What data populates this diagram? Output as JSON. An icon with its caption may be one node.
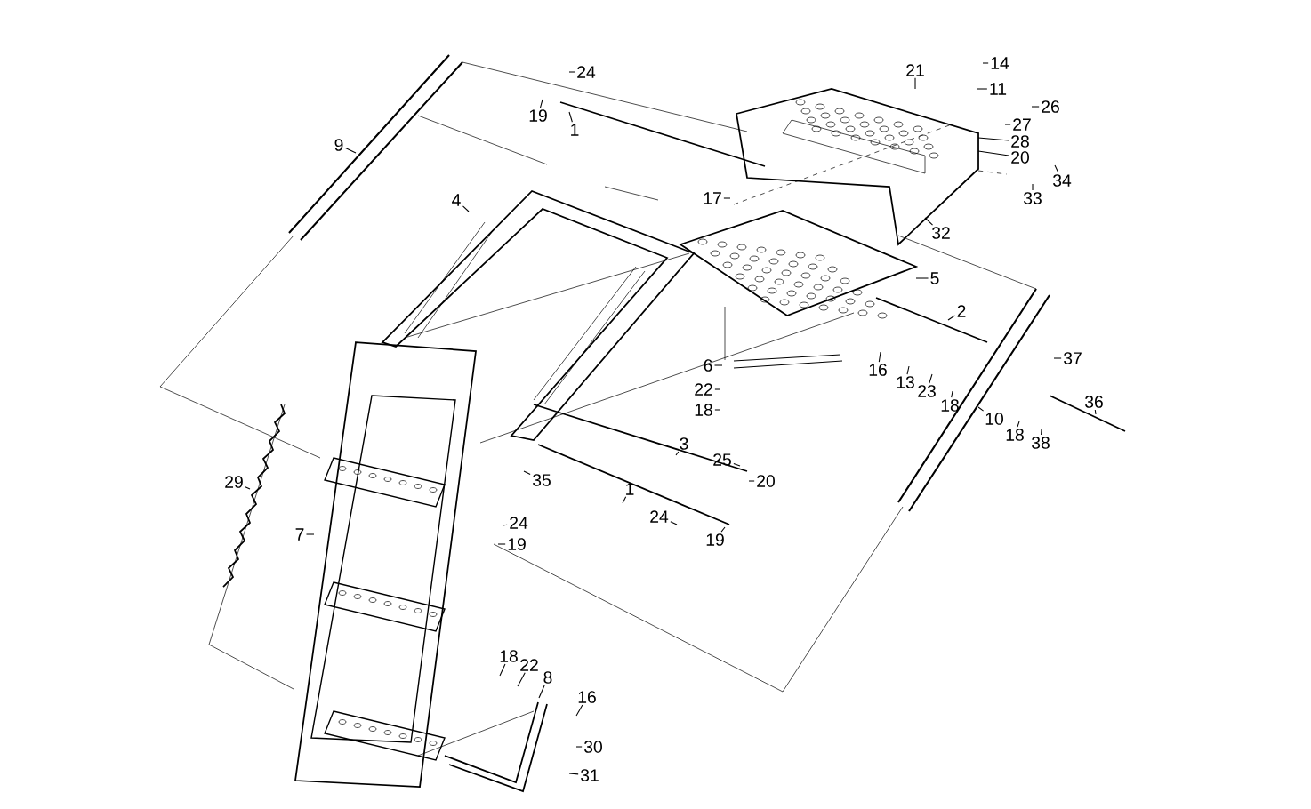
{
  "diagram": {
    "nodes": [
      {
        "text": [
          "24"
        ]
      },
      {
        "text": [
          "19"
        ]
      },
      {
        "text": [
          "1"
        ]
      },
      {
        "text": [
          "9"
        ]
      },
      {
        "text": [
          "21"
        ]
      },
      {
        "text": [
          "14"
        ]
      },
      {
        "text": [
          "11"
        ]
      },
      {
        "text": [
          "26"
        ]
      },
      {
        "text": [
          "27"
        ]
      },
      {
        "text": [
          "28"
        ]
      },
      {
        "text": [
          "20"
        ]
      },
      {
        "text": [
          "33"
        ]
      },
      {
        "text": [
          "34"
        ]
      },
      {
        "text": [
          "32"
        ]
      },
      {
        "text": [
          "4"
        ]
      },
      {
        "text": [
          "17"
        ]
      },
      {
        "text": [
          "5"
        ]
      },
      {
        "text": [
          "2"
        ]
      },
      {
        "text": [
          "6"
        ]
      },
      {
        "text": [
          "22"
        ]
      },
      {
        "text": [
          "18"
        ]
      },
      {
        "text": [
          "16"
        ]
      },
      {
        "text": [
          "13"
        ]
      },
      {
        "text": [
          "23"
        ]
      },
      {
        "text": [
          "18"
        ]
      },
      {
        "text": [
          "37"
        ]
      },
      {
        "text": [
          "36"
        ]
      },
      {
        "text": [
          "10"
        ]
      },
      {
        "text": [
          "18"
        ]
      },
      {
        "text": [
          "38"
        ]
      },
      {
        "text": [
          "3"
        ]
      },
      {
        "text": [
          "25"
        ]
      },
      {
        "text": [
          "20"
        ]
      },
      {
        "text": [
          "35"
        ]
      },
      {
        "text": [
          "1"
        ]
      },
      {
        "text": [
          "29"
        ]
      },
      {
        "text": [
          "7"
        ]
      },
      {
        "text": [
          "24"
        ]
      },
      {
        "text": [
          "19"
        ]
      },
      {
        "text": [
          "24"
        ]
      },
      {
        "text": [
          "19"
        ]
      },
      {
        "text": [
          "18"
        ]
      },
      {
        "text": [
          "22"
        ]
      },
      {
        "text": [
          "8"
        ]
      },
      {
        "text": [
          "16"
        ]
      },
      {
        "text": [
          "30"
        ]
      },
      {
        "text": [
          "31"
        ]
      }
    ],
    "edges": [
      {
        "from": 0,
        "to": null,
        "arrow": "none"
      },
      {
        "from": 1,
        "to": null,
        "arrow": "none"
      },
      {
        "from": 2,
        "to": null,
        "arrow": "none"
      },
      {
        "from": 3,
        "to": null,
        "arrow": "none"
      },
      {
        "from": 4,
        "to": null,
        "arrow": "none"
      },
      {
        "from": 5,
        "to": null,
        "arrow": "none"
      },
      {
        "from": 6,
        "to": null,
        "arrow": "none"
      },
      {
        "from": 7,
        "to": null,
        "arrow": "none"
      },
      {
        "from": 8,
        "to": null,
        "arrow": "none"
      },
      {
        "from": 9,
        "to": null,
        "arrow": "none"
      },
      {
        "from": 10,
        "to": null,
        "arrow": "none"
      },
      {
        "from": 11,
        "to": null,
        "arrow": "none"
      },
      {
        "from": 12,
        "to": null,
        "arrow": "none"
      },
      {
        "from": 13,
        "to": null,
        "arrow": "none"
      },
      {
        "from": 14,
        "to": null,
        "arrow": "none"
      },
      {
        "from": 15,
        "to": null,
        "arrow": "none"
      },
      {
        "from": 16,
        "to": null,
        "arrow": "none"
      },
      {
        "from": 17,
        "to": null,
        "arrow": "none"
      },
      {
        "from": 18,
        "to": null,
        "arrow": "none"
      },
      {
        "from": 19,
        "to": null,
        "arrow": "none"
      },
      {
        "from": 20,
        "to": null,
        "arrow": "none"
      },
      {
        "from": 21,
        "to": null,
        "arrow": "none"
      },
      {
        "from": 22,
        "to": null,
        "arrow": "none"
      },
      {
        "from": 23,
        "to": null,
        "arrow": "none"
      },
      {
        "from": 24,
        "to": null,
        "arrow": "none"
      },
      {
        "from": 25,
        "to": null,
        "arrow": "none"
      },
      {
        "from": 26,
        "to": null,
        "arrow": "none"
      },
      {
        "from": 27,
        "to": null,
        "arrow": "none"
      },
      {
        "from": 28,
        "to": null,
        "arrow": "none"
      },
      {
        "from": 29,
        "to": null,
        "arrow": "none"
      },
      {
        "from": 30,
        "to": null,
        "arrow": "none"
      },
      {
        "from": 31,
        "to": null,
        "arrow": "none"
      },
      {
        "from": 32,
        "to": null,
        "arrow": "none"
      },
      {
        "from": 33,
        "to": null,
        "arrow": "none"
      },
      {
        "from": 34,
        "to": null,
        "arrow": "none"
      },
      {
        "from": 35,
        "to": null,
        "arrow": "none"
      },
      {
        "from": 36,
        "to": null,
        "arrow": "none"
      },
      {
        "from": 37,
        "to": null,
        "arrow": "none"
      },
      {
        "from": 38,
        "to": null,
        "arrow": "none"
      },
      {
        "from": 39,
        "to": null,
        "arrow": "none"
      },
      {
        "from": 40,
        "to": null,
        "arrow": "none"
      },
      {
        "from": 41,
        "to": null,
        "arrow": "none"
      },
      {
        "from": 42,
        "to": null,
        "arrow": "none"
      },
      {
        "from": 43,
        "to": null,
        "arrow": "none"
      },
      {
        "from": 44,
        "to": null,
        "arrow": "none"
      },
      {
        "from": 45,
        "to": null,
        "arrow": "none"
      },
      {
        "from": 46,
        "to": null,
        "arrow": "none"
      }
    ]
  }
}
